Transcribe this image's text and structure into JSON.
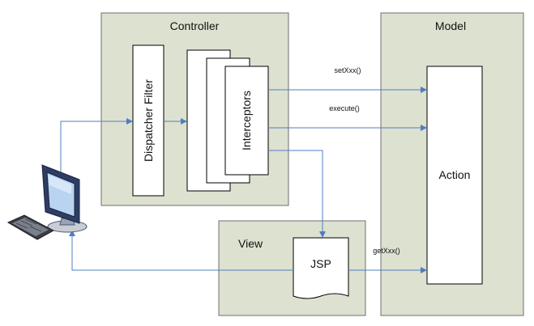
{
  "panels": {
    "controller": "Controller",
    "model": "Model",
    "view": "View"
  },
  "components": {
    "dispatcher_filter": "Dispatcher Filter",
    "interceptors": "Interceptors",
    "action": "Action",
    "jsp": "JSP"
  },
  "edges": {
    "set": "setXxx()",
    "execute": "execute()",
    "get": "getXxx()"
  },
  "colors": {
    "panel_fill": "#dde1cf",
    "arrow": "#4f7fc1"
  }
}
